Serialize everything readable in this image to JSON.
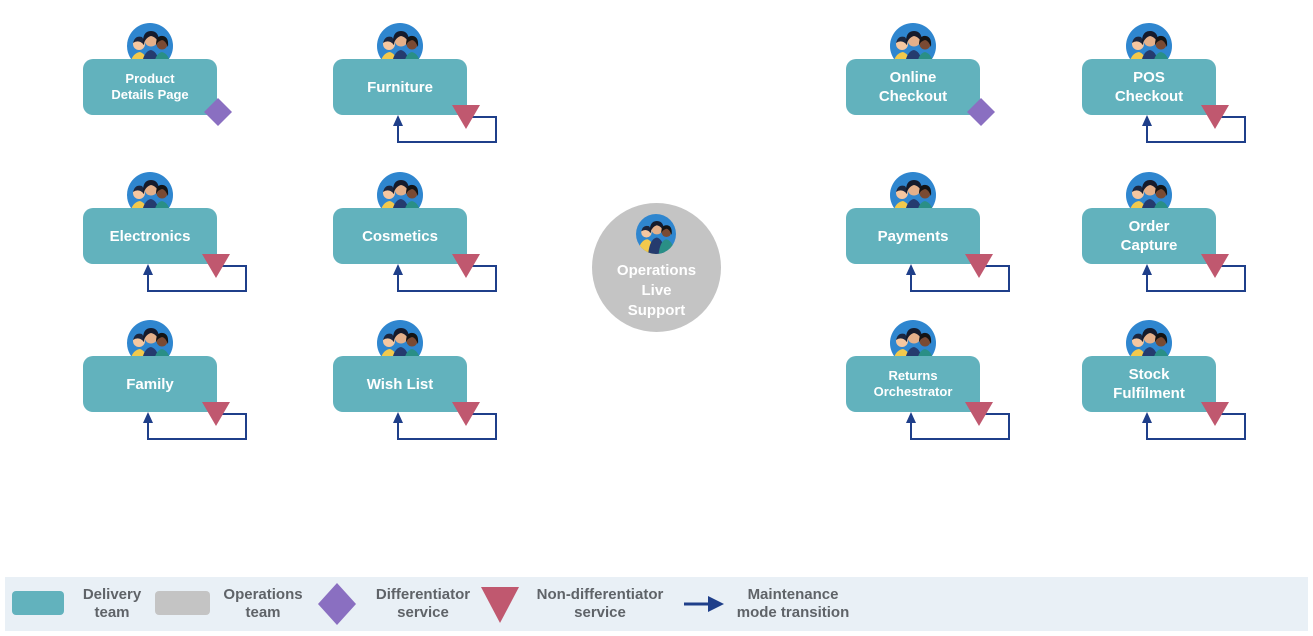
{
  "colors": {
    "delivery_team": "#62b2bd",
    "operations_team": "#c4c4c4",
    "differentiator": "#8a6fc1",
    "non_differentiator": "#c0586f",
    "maintenance_arrow": "#1f3f8a",
    "legend_bg": "#e9f0f6"
  },
  "teams": [
    {
      "id": "product-details-page",
      "label": "Product\nDetails Page",
      "marker": "differentiator",
      "loop": false,
      "small": true
    },
    {
      "id": "furniture",
      "label": "Furniture",
      "marker": "non-differentiator",
      "loop": true
    },
    {
      "id": "electronics",
      "label": "Electronics",
      "marker": "non-differentiator",
      "loop": true
    },
    {
      "id": "cosmetics",
      "label": "Cosmetics",
      "marker": "non-differentiator",
      "loop": true
    },
    {
      "id": "family",
      "label": "Family",
      "marker": "non-differentiator",
      "loop": true
    },
    {
      "id": "wish-list",
      "label": "Wish List",
      "marker": "non-differentiator",
      "loop": true
    },
    {
      "id": "online-checkout",
      "label": "Online\nCheckout",
      "marker": "differentiator",
      "loop": false
    },
    {
      "id": "pos-checkout",
      "label": "POS\nCheckout",
      "marker": "non-differentiator",
      "loop": true
    },
    {
      "id": "payments",
      "label": "Payments",
      "marker": "non-differentiator",
      "loop": true
    },
    {
      "id": "order-capture",
      "label": "Order\nCapture",
      "marker": "non-differentiator",
      "loop": true
    },
    {
      "id": "returns-orchestrator",
      "label": "Returns\nOrchestrator",
      "marker": "non-differentiator",
      "loop": true,
      "small": true
    },
    {
      "id": "stock-fulfilment",
      "label": "Stock\nFulfilment",
      "marker": "non-differentiator",
      "loop": true
    }
  ],
  "operations": {
    "label": "Operations\nLive\nSupport"
  },
  "legend": {
    "delivery_team": "Delivery\nteam",
    "operations_team": "Operations\nteam",
    "differentiator": "Differentiator\nservice",
    "non_differentiator": "Non-differentiator\nservice",
    "maintenance": "Maintenance\nmode transition"
  }
}
